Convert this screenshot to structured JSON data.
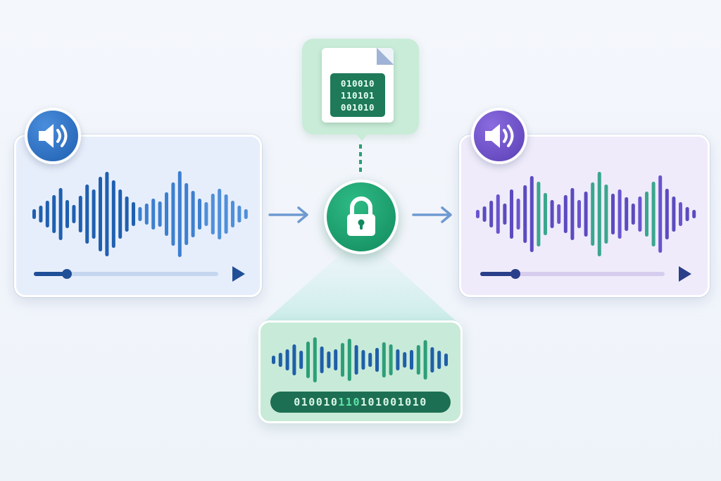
{
  "secret_file": {
    "code_lines": [
      "010010",
      "110101",
      "001010"
    ]
  },
  "encoded_bits": {
    "prefix": "010010",
    "highlight": "110",
    "suffix": "101001010"
  },
  "colors": {
    "original_accent": "#1f5fb0",
    "stego_accent": "#5a3fb4",
    "lock_green": "#138a5e",
    "embed_green": "#2aa174"
  },
  "icons": {
    "source_audio": "speaker-icon",
    "output_audio": "speaker-icon",
    "secret": "file-icon",
    "cipher": "lock-icon",
    "play": "play-icon"
  },
  "player_progress": {
    "original": 0.18,
    "stego": 0.19
  }
}
